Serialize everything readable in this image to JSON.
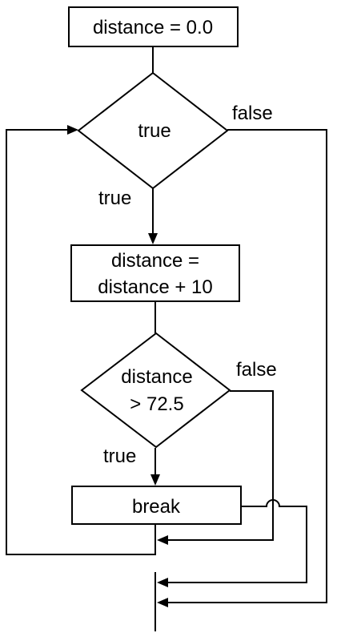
{
  "nodes": {
    "init": {
      "text": "distance = 0.0"
    },
    "loop_cond": {
      "text": "true"
    },
    "update": {
      "line1": "distance =",
      "line2": "distance + 10"
    },
    "check": {
      "line1": "distance",
      "line2": "> 72.5"
    },
    "brk": {
      "text": "break"
    }
  },
  "edge_labels": {
    "loop_false": "false",
    "loop_true": "true",
    "check_false": "false",
    "check_true": "true"
  },
  "colors": {
    "stroke": "#000000",
    "fill": "#ffffff"
  }
}
